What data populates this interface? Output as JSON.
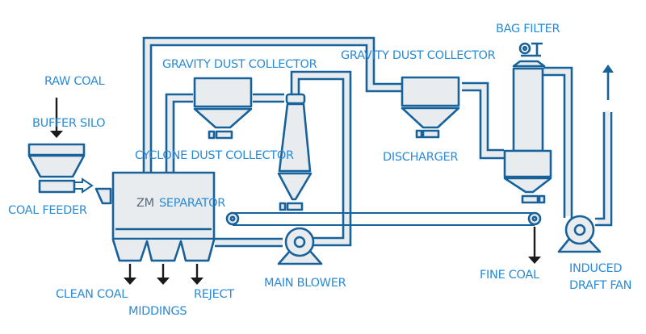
{
  "diagram": {
    "title": "Coal dry separation process flow",
    "colors": {
      "line": "#17629a",
      "equipment_fill": "#e9ecef",
      "label": "#2a8bd8",
      "arrow_dark": "#1a1a1a"
    },
    "labels": {
      "raw_coal": "RAW COAL",
      "buffer_silo": "BUFFER SILO",
      "coal_feeder": "COAL FEEDER",
      "gravity_dust_collector_1": "GRAVITY DUST COLLECTOR",
      "gravity_dust_collector_2": "GRAVITY DUST COLLECTOR",
      "cyclone_dust_collector": "CYCLONE DUST COLLECTOR",
      "zm": "ZM",
      "separator": "SEPARATOR",
      "discharger": "DISCHARGER",
      "bag_filter": "BAG FILTER",
      "main_blower": "MAIN BLOWER",
      "fine_coal": "FINE COAL",
      "induced_1": "INDUCED",
      "induced_2": "DRAFT FAN",
      "clean_coal": "CLEAN COAL",
      "middings": "MIDDINGS",
      "reject": "REJECT"
    },
    "nodes": [
      {
        "id": "buffer-silo",
        "type": "hopper"
      },
      {
        "id": "coal-feeder",
        "type": "feeder"
      },
      {
        "id": "zm-separator",
        "type": "separator"
      },
      {
        "id": "gravity-dust-collector-1",
        "type": "hopper"
      },
      {
        "id": "cyclone-dust-collector",
        "type": "cyclone"
      },
      {
        "id": "gravity-dust-collector-2",
        "type": "hopper"
      },
      {
        "id": "bag-filter",
        "type": "filter"
      },
      {
        "id": "main-blower",
        "type": "fan"
      },
      {
        "id": "induced-draft-fan",
        "type": "fan"
      },
      {
        "id": "belt-conveyor",
        "type": "conveyor"
      }
    ],
    "edges": [
      {
        "from": "raw-coal",
        "to": "buffer-silo"
      },
      {
        "from": "buffer-silo",
        "to": "coal-feeder"
      },
      {
        "from": "coal-feeder",
        "to": "zm-separator"
      },
      {
        "from": "zm-separator",
        "to": "gravity-dust-collector-1"
      },
      {
        "from": "gravity-dust-collector-1",
        "to": "cyclone-dust-collector"
      },
      {
        "from": "cyclone-dust-collector",
        "to": "main-blower"
      },
      {
        "from": "main-blower",
        "to": "zm-separator"
      },
      {
        "from": "zm-separator",
        "to": "gravity-dust-collector-2"
      },
      {
        "from": "gravity-dust-collector-2",
        "to": "bag-filter"
      },
      {
        "from": "bag-filter",
        "to": "induced-draft-fan"
      },
      {
        "from": "induced-draft-fan",
        "to": "exhaust"
      },
      {
        "from": "belt-conveyor",
        "to": "fine-coal"
      },
      {
        "from": "zm-separator",
        "to": "clean-coal"
      },
      {
        "from": "zm-separator",
        "to": "middings"
      },
      {
        "from": "zm-separator",
        "to": "reject"
      }
    ]
  }
}
